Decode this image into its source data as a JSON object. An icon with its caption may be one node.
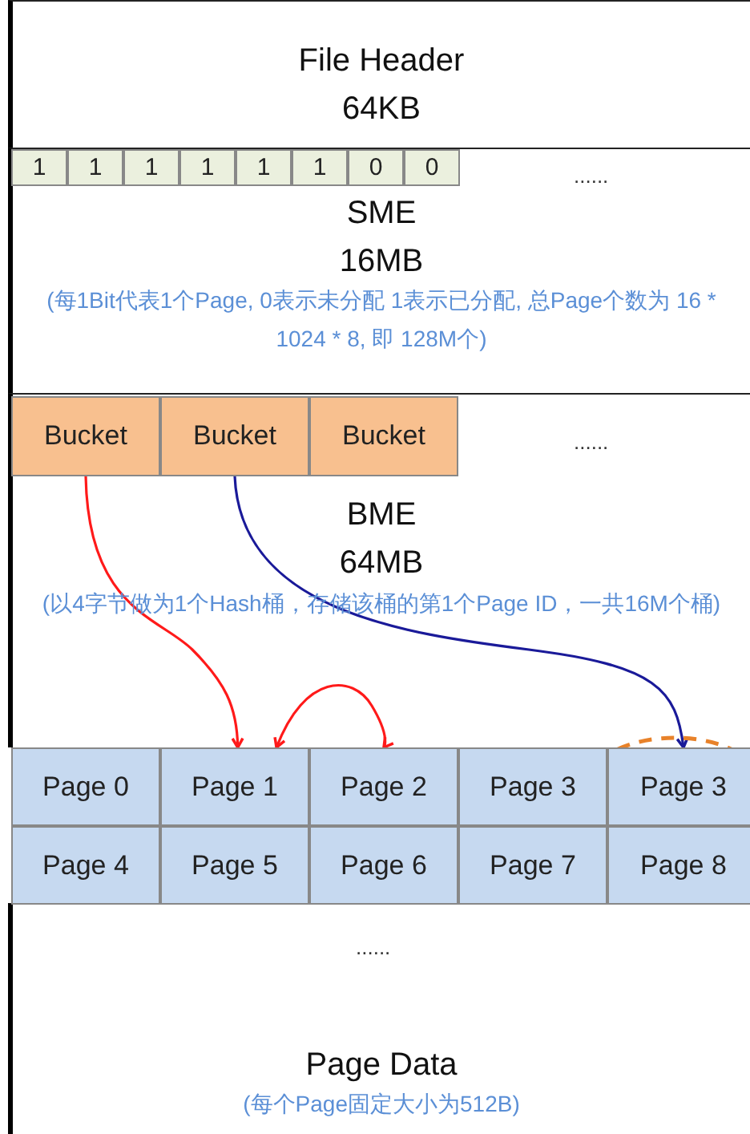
{
  "diagram": {
    "nodes": [
      {
        "text": [
          "File Header",
          "64KB"
        ]
      },
      {
        "text": [
          "SME",
          "16MB",
          "(每1Bit代表1个Page, 0表示未分配 1表示已分配, 总Page个数为 16 * 1024 * 8, 即 128M个)"
        ]
      },
      {
        "text": [
          "1"
        ],
        "in": 1
      },
      {
        "text": [
          "1"
        ],
        "in": 1
      },
      {
        "text": [
          "1"
        ],
        "in": 1
      },
      {
        "text": [
          "1"
        ],
        "in": 1
      },
      {
        "text": [
          "1"
        ],
        "in": 1
      },
      {
        "text": [
          "1"
        ],
        "in": 1
      },
      {
        "text": [
          "0"
        ],
        "in": 1
      },
      {
        "text": [
          "0"
        ],
        "in": 1
      },
      {
        "text": [
          "BME",
          "64MB",
          "(以4字节做为1个Hash桶，存储该桶的第1个Page ID，一共16M个桶)"
        ]
      },
      {
        "text": [
          "Bucket"
        ],
        "in": 10
      },
      {
        "text": [
          "Bucket"
        ],
        "in": 10
      },
      {
        "text": [
          "Bucket"
        ],
        "in": 10
      },
      {
        "text": [
          "Page 0"
        ]
      },
      {
        "text": [
          "Page 1"
        ]
      },
      {
        "text": [
          "Page 2"
        ]
      },
      {
        "text": [
          "Page 3"
        ]
      },
      {
        "text": [
          "Page 3"
        ]
      },
      {
        "text": [
          "Page 4"
        ]
      },
      {
        "text": [
          "Page 5"
        ]
      },
      {
        "text": [
          "Page 6"
        ]
      },
      {
        "text": [
          "Page 7"
        ]
      },
      {
        "text": [
          "Page 8"
        ]
      },
      {
        "text": [
          "Page Data",
          "(每个Page固定大小为512B)"
        ]
      }
    ],
    "edges": [
      {
        "from": 11,
        "to": 15,
        "arrow": "to"
      },
      {
        "from": 12,
        "to": 18,
        "arrow": "to",
        "color": "#1a1a99"
      },
      {
        "from": 15,
        "to": 16,
        "arrow": "both"
      }
    ],
    "labels": [
      "......",
      "......",
      "......"
    ]
  }
}
